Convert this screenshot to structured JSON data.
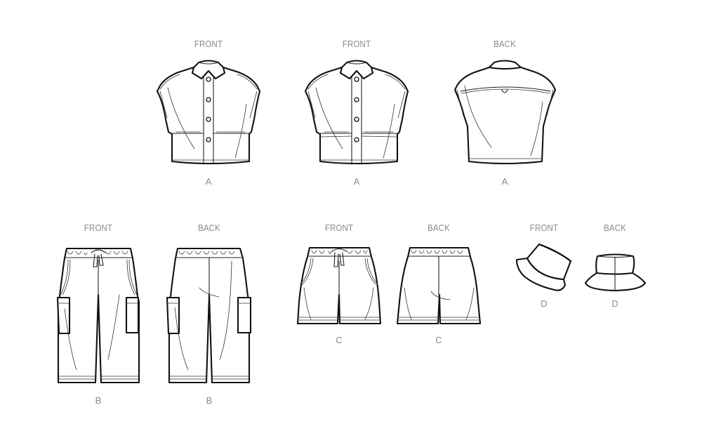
{
  "illustration": {
    "type": "sewing pattern technical flats",
    "colors": {
      "line": "#111111",
      "label": "#8a8a8a",
      "background": "#ffffff"
    },
    "views": [
      {
        "id": "A-front-1",
        "garment": "cropped button-front shirt with collar and extended shoulders",
        "view_label": "FRONT",
        "view_letter": "A"
      },
      {
        "id": "A-front-2",
        "garment": "cropped button-front shirt with collar and extended shoulders",
        "view_label": "FRONT",
        "view_letter": "A"
      },
      {
        "id": "A-back",
        "garment": "shirt back with yoke and hanger loop",
        "view_label": "BACK",
        "view_letter": "A"
      },
      {
        "id": "B-front",
        "garment": "cargo capri pants with drawstring elastic waist",
        "view_label": "FRONT",
        "view_letter": "B"
      },
      {
        "id": "B-back",
        "garment": "cargo capri pants back with elastic waist",
        "view_label": "BACK",
        "view_letter": "B"
      },
      {
        "id": "C-front",
        "garment": "shorts with drawstring elastic waist and slant pockets",
        "view_label": "FRONT",
        "view_letter": "C"
      },
      {
        "id": "C-back",
        "garment": "shorts back with elastic waist",
        "view_label": "BACK",
        "view_letter": "C"
      },
      {
        "id": "D-front",
        "garment": "bucket hat",
        "view_label": "FRONT",
        "view_letter": "D"
      },
      {
        "id": "D-back",
        "garment": "bucket hat",
        "view_label": "BACK",
        "view_letter": "D"
      }
    ]
  }
}
